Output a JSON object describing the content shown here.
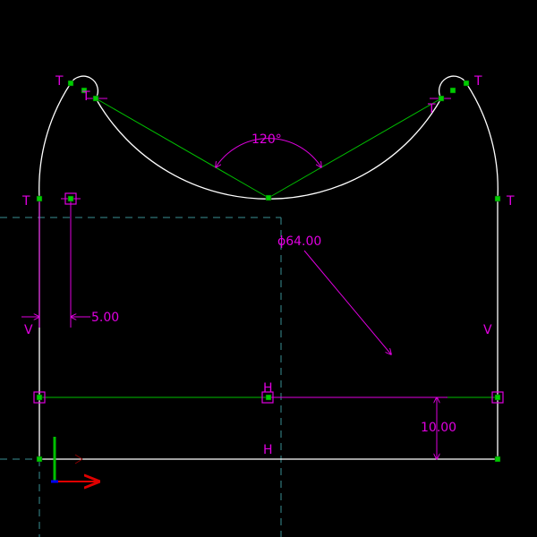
{
  "colors": {
    "background": "#000000",
    "geometry": "#ffffff",
    "construction": "#00c000",
    "dimension": "#e000e0",
    "centerline": "#3a8f94",
    "point": "#00cc00",
    "axis_x": "#e00000",
    "axis_y": "#00c000",
    "axis_z": "#0000ff"
  },
  "dimensions": {
    "angle": "120°",
    "diameter": "ϕ64.00",
    "offset": "5.00",
    "height": "10.00"
  },
  "constraints": {
    "tangent": "T",
    "vertical": "V",
    "horizontal": "H"
  },
  "icons": {
    "origin": "coordinate-axes-icon"
  }
}
